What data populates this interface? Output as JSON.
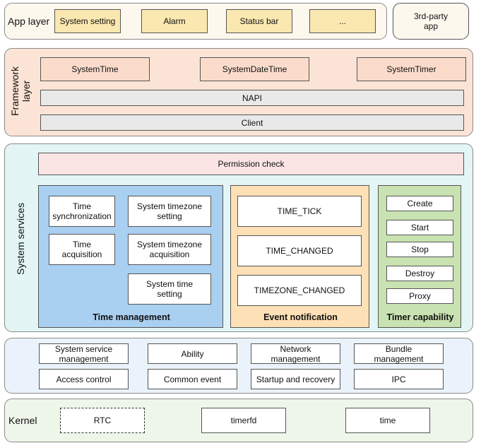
{
  "app_layer": {
    "label": "App layer",
    "items": [
      "System setting",
      "Alarm",
      "Status bar",
      "..."
    ],
    "third_party": "3rd-party\napp"
  },
  "framework_layer": {
    "label": "Framework\nlayer",
    "items": [
      "SystemTime",
      "SystemDateTime",
      "SystemTimer"
    ],
    "napi": "NAPI",
    "client": "Client"
  },
  "system_services": {
    "label": "System services",
    "permission_check": "Permission check",
    "time_management": {
      "title": "Time management",
      "items": [
        "Time\nsynchronization",
        "System timezone\nsetting",
        "Time\nacquisition",
        "System timezone\nacquisition",
        "System time\nsetting"
      ]
    },
    "event_notification": {
      "title": "Event notification",
      "items": [
        "TIME_TICK",
        "TIME_CHANGED",
        "TIMEZONE_CHANGED"
      ]
    },
    "timer_capability": {
      "title": "Timer capability",
      "items": [
        "Create",
        "Start",
        "Stop",
        "Destroy",
        "Proxy"
      ]
    }
  },
  "dependencies": {
    "items": [
      "System service\nmanagement",
      "Ability",
      "Network\nmanagement",
      "Bundle\nmanagement",
      "Access control",
      "Common event",
      "Startup and recovery",
      "IPC"
    ]
  },
  "kernel": {
    "label": "Kernel",
    "items": [
      "RTC",
      "timerfd",
      "time"
    ]
  },
  "colors": {
    "app_layer_bg": "#fdf8ee",
    "framework_bg": "#fbe4d6",
    "services_bg": "#e4f5f5",
    "dependencies_bg": "#eaf3fb",
    "kernel_bg": "#eef6ea",
    "time_management_bg": "#a9cff1",
    "event_notification_bg": "#fde0b5",
    "timer_capability_bg": "#c9e2b1",
    "permission_bg": "#fbe4e4"
  }
}
